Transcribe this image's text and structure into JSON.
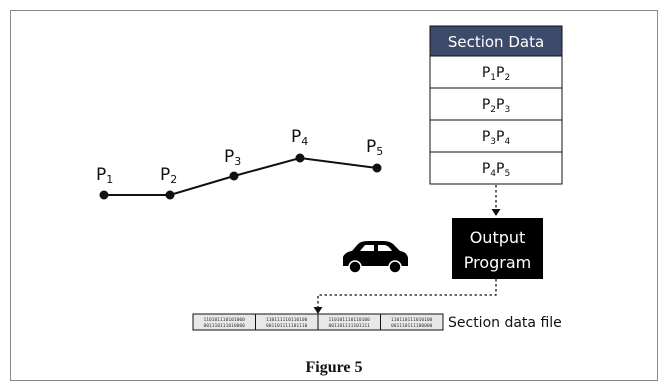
{
  "points": [
    {
      "name": "P",
      "sub": "1"
    },
    {
      "name": "P",
      "sub": "2"
    },
    {
      "name": "P",
      "sub": "3"
    },
    {
      "name": "P",
      "sub": "4"
    },
    {
      "name": "P",
      "sub": "5"
    }
  ],
  "section_table": {
    "header": "Section Data",
    "rows": [
      [
        {
          "n": "P",
          "s": "1"
        },
        {
          "n": "P",
          "s": "2"
        }
      ],
      [
        {
          "n": "P",
          "s": "2"
        },
        {
          "n": "P",
          "s": "3"
        }
      ],
      [
        {
          "n": "P",
          "s": "3"
        },
        {
          "n": "P",
          "s": "4"
        }
      ],
      [
        {
          "n": "P",
          "s": "4"
        },
        {
          "n": "P",
          "s": "5"
        }
      ]
    ]
  },
  "output_program": {
    "line1": "Output",
    "line2": "Program"
  },
  "section_file": {
    "label": "Section data file",
    "segments": [
      [
        "110101110101000",
        "001110111010000"
      ],
      [
        "110111110110100",
        "001101111101110"
      ],
      [
        "110101110110100",
        "001101111101111"
      ],
      [
        "110110111010100",
        "001110111100000"
      ]
    ]
  },
  "caption": "Figure 5",
  "colors": {
    "dark": "#111111",
    "header_bg": "#3d4b6b",
    "line": "#111111"
  }
}
